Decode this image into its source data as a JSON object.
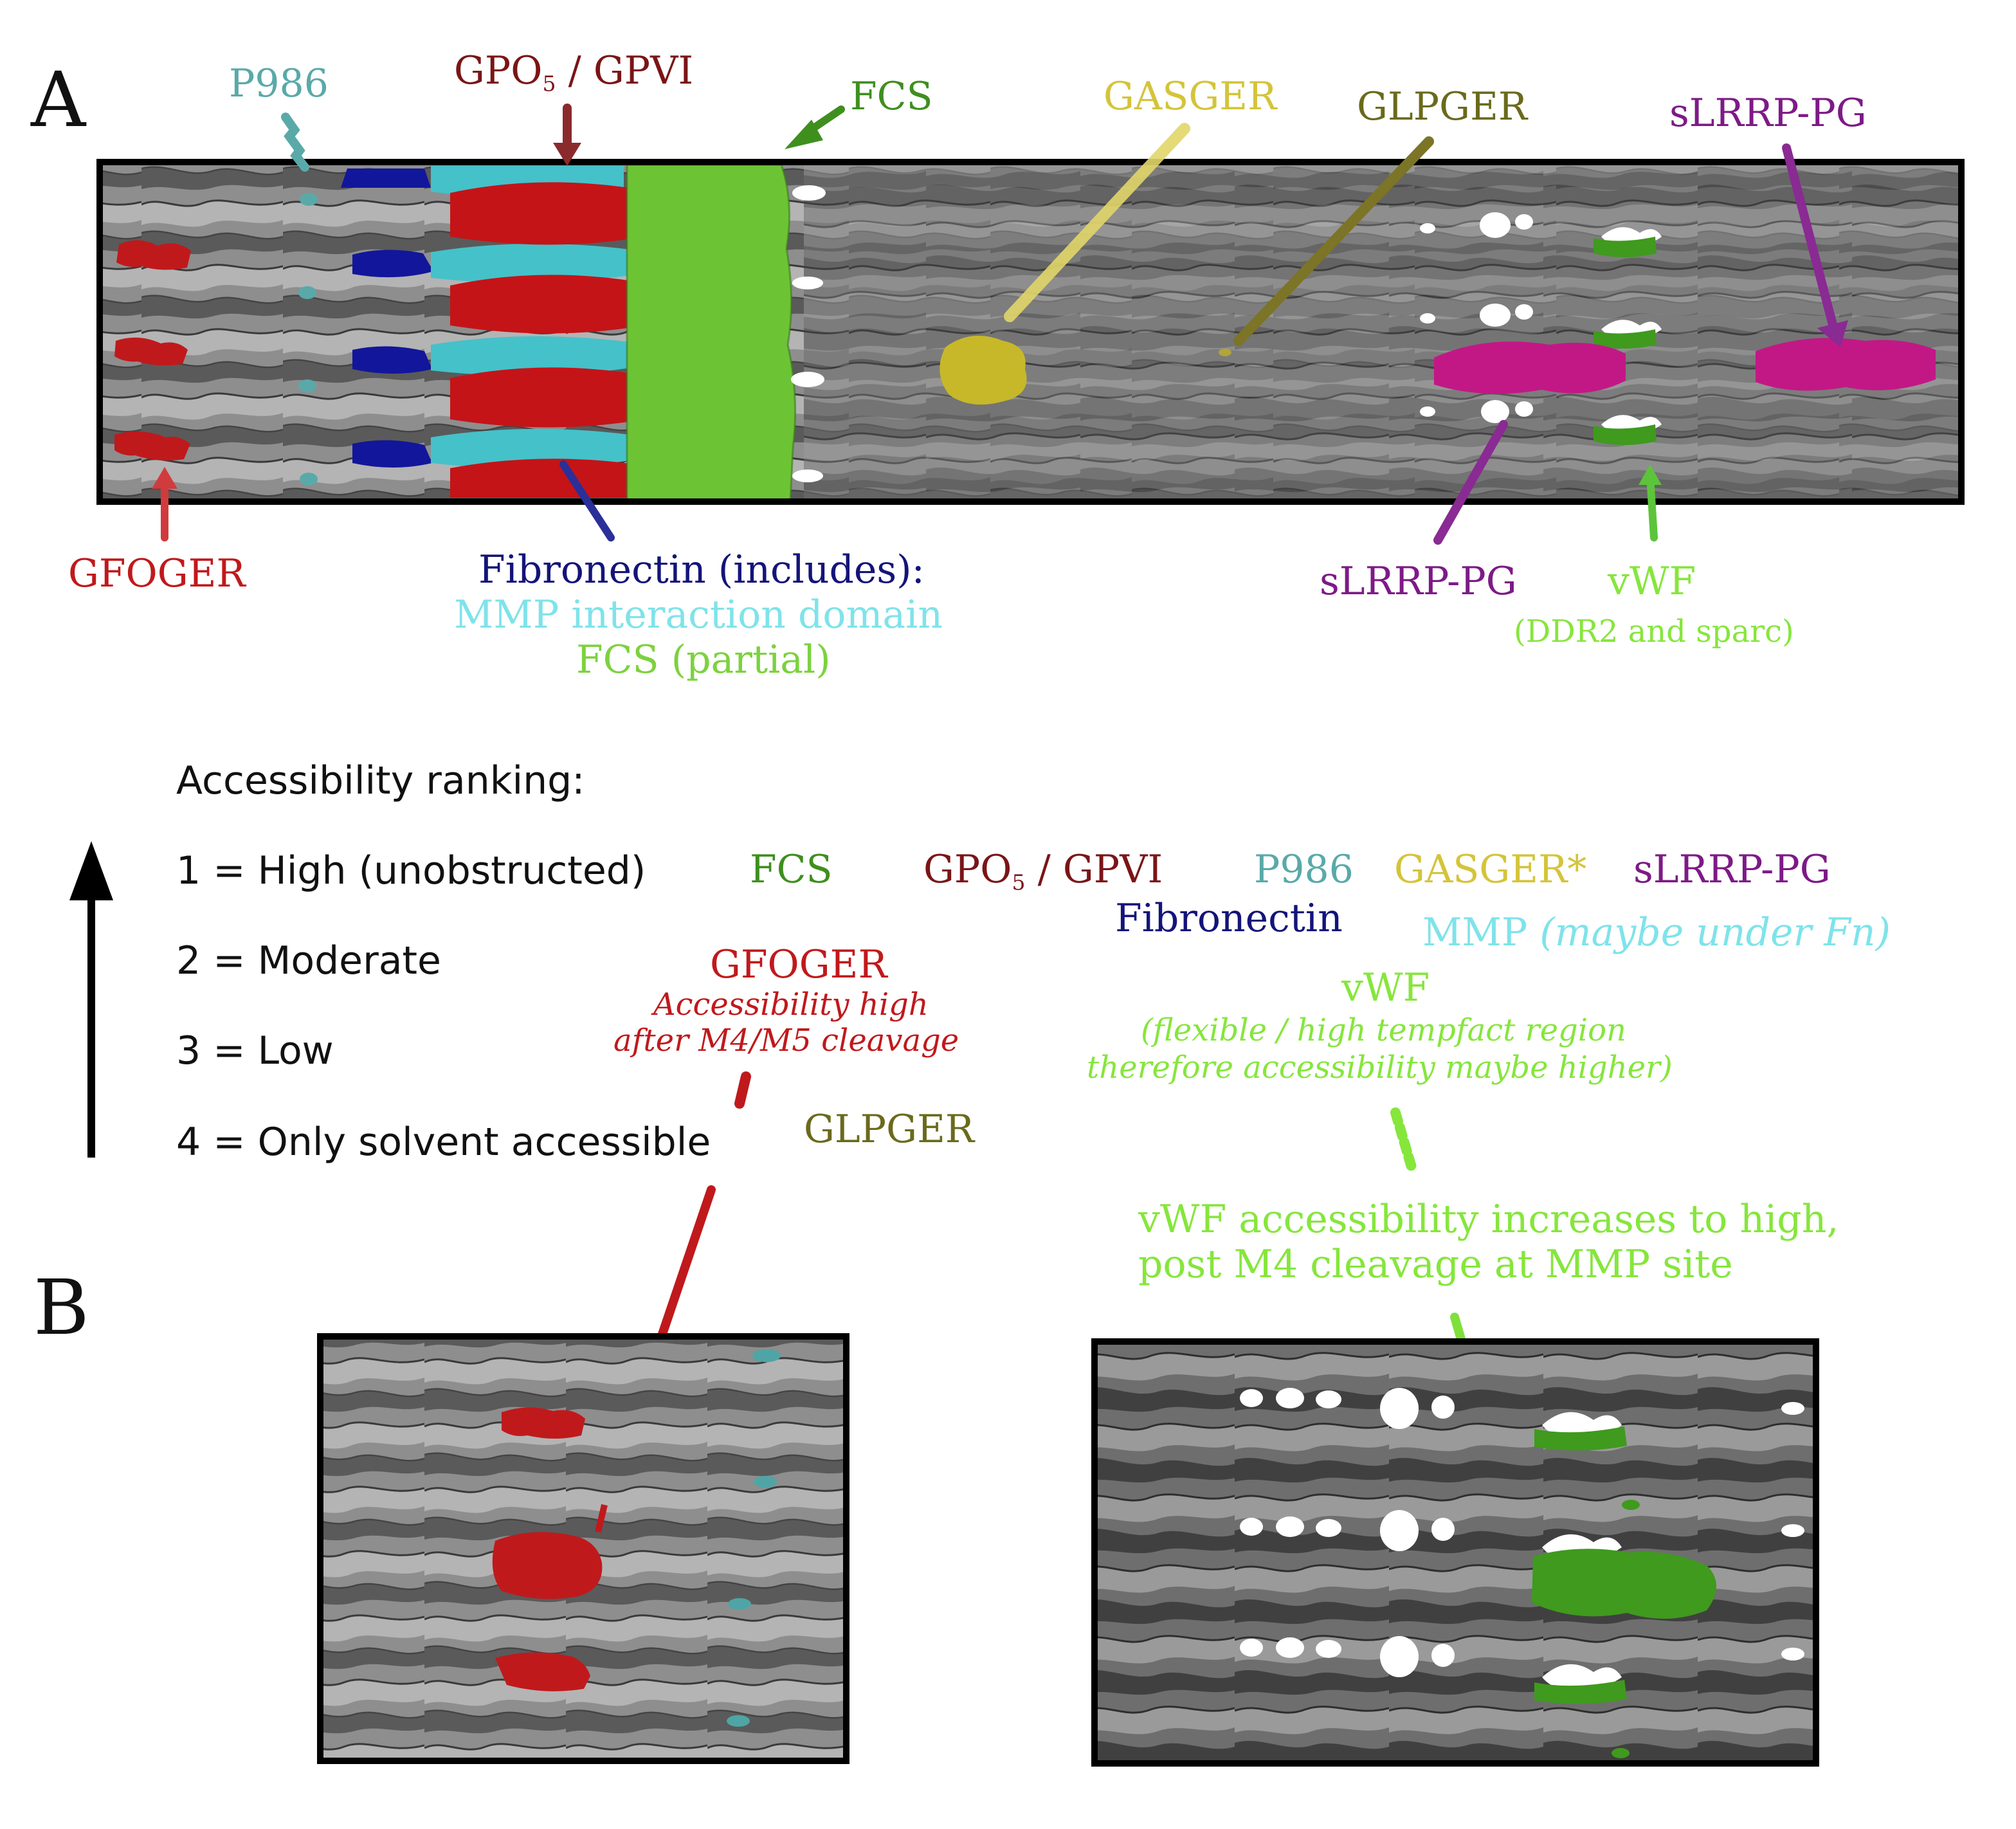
{
  "panel_a": {
    "letter": "A",
    "labels": {
      "p986": "P986",
      "gpo_pre": "GPO",
      "gpo_sub": "5",
      "gpo_post": " / GPVI",
      "fcs": "FCS",
      "gasger": "GASGER",
      "glpger": "GLPGER",
      "slrrp_top": "sLRRP-PG",
      "gfoger": "GFOGER",
      "fibronectin": "Fibronectin (includes):",
      "mmp_domain": "MMP interaction domain",
      "fcs_partial": "FCS (partial)",
      "slrrp_bottom": "sLRRP-PG",
      "vwf": "vWF",
      "vwf_note": "(DDR2 and sparc)"
    }
  },
  "ranking": {
    "title": "Accessibility ranking:",
    "levels": [
      "1 = High (unobstructed)",
      "2 = Moderate",
      "3 = Low",
      "4 = Only solvent accessible"
    ],
    "row1": {
      "fcs": "FCS",
      "gpo_pre": "GPO",
      "gpo_sub": "5",
      "gpo_post": " / GPVI",
      "p986": "P986",
      "gasger": "GASGER*",
      "slrrp": "sLRRP-PG"
    },
    "row2": {
      "fibronectin": "Fibronectin",
      "mmp": "MMP",
      "mmp_note": "(maybe under Fn)",
      "gfoger": "GFOGER",
      "gfoger_note1": "Accessibility high",
      "gfoger_note2": "after M4/M5 cleavage"
    },
    "row3": {
      "vwf": "vWF",
      "vwf_note1": "(flexible / high tempfact region",
      "vwf_note2": "therefore accessibility maybe higher)"
    },
    "row4": {
      "glpger": "GLPGER"
    }
  },
  "panel_b": {
    "letter": "B",
    "vwf_note1": "vWF accessibility increases to high,",
    "vwf_note2": "post M4 cleavage at MMP site"
  },
  "colors": {
    "gfoger": "#c0191c",
    "gpo": "#7a1517",
    "p986": "#5aa9a9",
    "fibronectin": "#14147a",
    "mmp": "#7fe3ea",
    "fcs": "#3f8f1e",
    "fcs_light": "#7cd23e",
    "gasger": "#d4c43a",
    "glpger": "#6a6a1c",
    "slrrp": "#7d1a86",
    "slrrp_fill": "#c21886",
    "vwf": "#86e63c",
    "surface_light": "#a8a8a8",
    "surface_dark": "#4a4a4a"
  }
}
